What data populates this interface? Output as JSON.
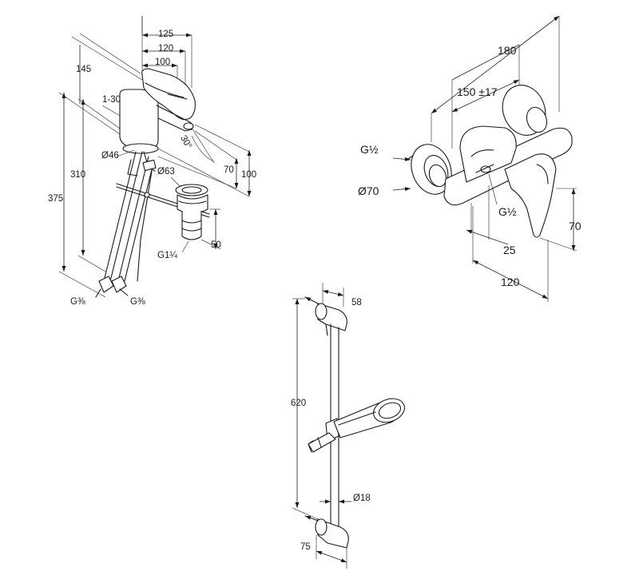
{
  "basin_mixer": {
    "dims": {
      "d125": "125",
      "d120": "120",
      "d100": "100",
      "d145": "145",
      "d1_30": "1-30",
      "d46": "Ø46",
      "d63": "Ø63",
      "d310": "310",
      "d375": "375",
      "d70": "70",
      "d100b": "100",
      "d50": "50",
      "angle": "30°",
      "g114": "G1¼",
      "g38a": "G⅜",
      "g38b": "G⅜"
    }
  },
  "shower_mixer": {
    "dims": {
      "d180": "180",
      "d150": "150 ±17",
      "g12a": "G½",
      "d70": "Ø70",
      "g12b": "G½",
      "d25": "25",
      "d120": "120",
      "d70b": "70"
    }
  },
  "shower_rail": {
    "dims": {
      "d58": "58",
      "d620": "620",
      "d18": "Ø18",
      "d75": "75"
    }
  }
}
